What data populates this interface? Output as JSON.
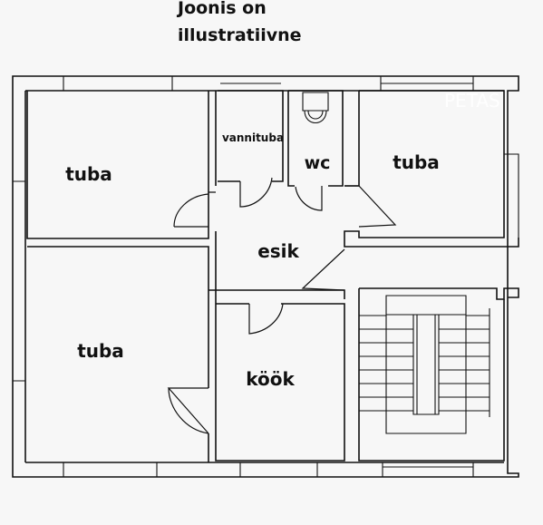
{
  "note": {
    "line1": "Joonis on",
    "line2": "illustratiivne"
  },
  "rooms": {
    "tuba_top_left": "tuba",
    "vannituba": "vannituba",
    "wc": "wc",
    "tuba_top_right": "tuba",
    "esik": "esik",
    "tuba_bottom_left": "tuba",
    "kook": "köök"
  },
  "watermark": "PETAS"
}
